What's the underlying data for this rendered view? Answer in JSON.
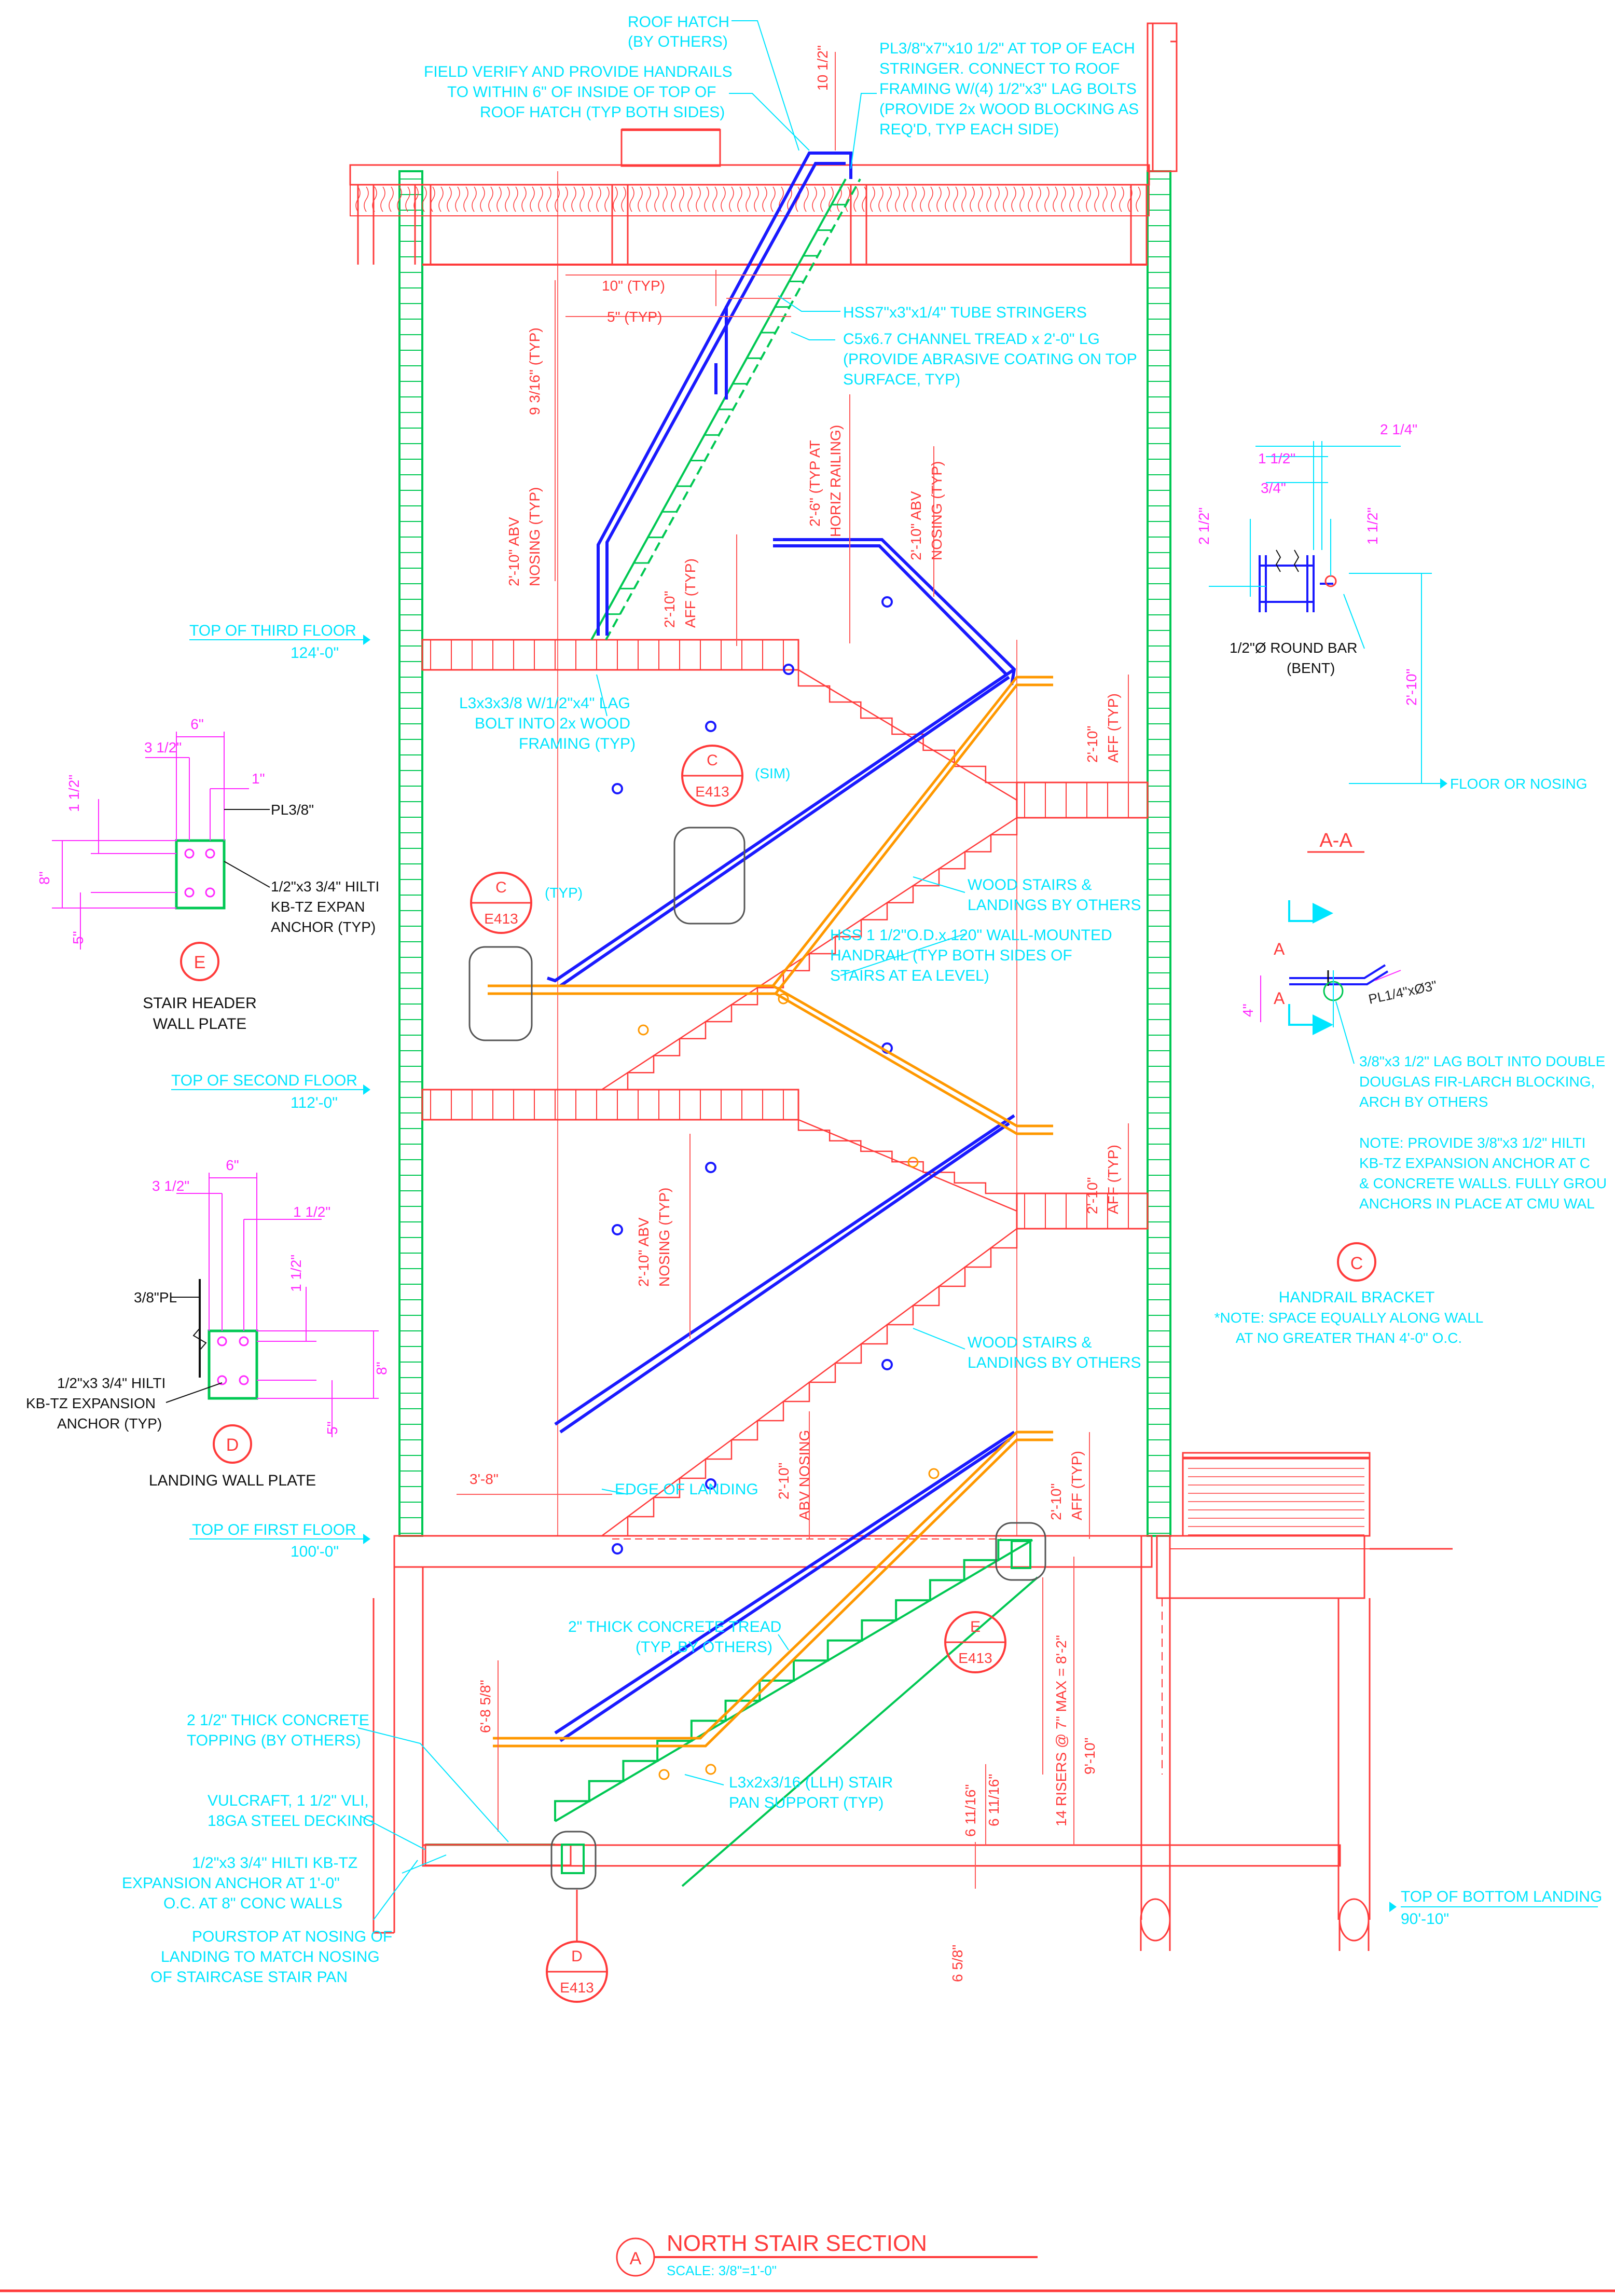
{
  "title": {
    "bubble": "A",
    "name": "NORTH STAIR SECTION",
    "scale": "SCALE: 3/8\"=1'-0\""
  },
  "levels": [
    {
      "name": "TOP OF THIRD FLOOR",
      "elev": "124'-0\""
    },
    {
      "name": "TOP OF SECOND FLOOR",
      "elev": "112'-0\""
    },
    {
      "name": "TOP OF FIRST FLOOR",
      "elev": "100'-0\""
    },
    {
      "name": "TOP OF BOTTOM LANDING",
      "elev": "90'-10\""
    }
  ],
  "notes": {
    "roof_hatch": [
      "ROOF HATCH",
      "(BY OTHERS)"
    ],
    "field_verify": [
      "FIELD VERIFY AND PROVIDE HANDRAILS",
      "TO WITHIN 6\" OF INSIDE OF TOP OF",
      "ROOF HATCH (TYP BOTH SIDES)"
    ],
    "top_plate": [
      "PL3/8\"x7\"x10 1/2\" AT TOP OF EACH",
      "STRINGER. CONNECT TO ROOF",
      "FRAMING W/(4) 1/2\"x3\" LAG BOLTS",
      "(PROVIDE 2x WOOD BLOCKING AS",
      "REQ'D, TYP EACH SIDE)"
    ],
    "stringers": "HSS7\"x3\"x1/4\" TUBE STRINGERS",
    "channel_tread": [
      "C5x6.7 CHANNEL TREAD x 2'-0\" LG",
      "(PROVIDE ABRASIVE COATING ON TOP",
      "SURFACE, TYP)"
    ],
    "angle_lag": [
      "L3x3x3/8 W/1/2\"x4\" LAG",
      "BOLT INTO 2x WOOD",
      "FRAMING (TYP)"
    ],
    "wood_stairs_1": [
      "WOOD STAIRS &",
      "LANDINGS BY OTHERS"
    ],
    "handrail_hss": [
      "HSS 1 1/2\"O.D.x.120\" WALL-MOUNTED",
      "HANDRAIL (TYP BOTH SIDES OF",
      "STAIRS AT EA LEVEL)"
    ],
    "wood_stairs_2": [
      "WOOD STAIRS &",
      "LANDINGS BY OTHERS"
    ],
    "edge_of_landing": "EDGE OF LANDING",
    "concrete_tread": [
      "2\" THICK CONCRETE TREAD",
      "(TYP, BY OTHERS)"
    ],
    "topping": [
      "2 1/2\" THICK CONCRETE",
      "TOPPING (BY OTHERS)"
    ],
    "decking": [
      "VULCRAFT, 1 1/2\" VLI,",
      "18GA STEEL DECKING"
    ],
    "anchor_1ft": [
      "1/2\"x3 3/4\" HILTI KB-TZ",
      "EXPANSION ANCHOR AT 1'-0\"",
      "O.C. AT 8\" CONC WALLS"
    ],
    "pourstop": [
      "POURSTOP AT NOSING OF",
      "LANDING TO MATCH NOSING",
      "OF STAIRCASE STAIR PAN"
    ],
    "pan_support": [
      "L3x2x3/16 (LLH) STAIR",
      "PAN SUPPORT (TYP)"
    ]
  },
  "dims": {
    "d10_5": "10 1/2\"",
    "d10typ": "10\" (TYP)",
    "d5typ": "5\" (TYP)",
    "d9_3_16": "9 3/16\" (TYP)",
    "d210abv_a": [
      "2'-10\" ABV",
      "NOSING (TYP)"
    ],
    "d210aff_a": [
      "2'-10\"",
      "AFF (TYP)"
    ],
    "d26": [
      "2'-6\" (TYP AT",
      "HORIZ RAILING)"
    ],
    "d210abv_b": [
      "2'-10\" ABV",
      "NOSING (TYP)"
    ],
    "d210aff_b": [
      "2'-10\"",
      "AFF (TYP)"
    ],
    "d210aff_c": [
      "2'-10\"",
      "AFF (TYP)"
    ],
    "d210abv_c": [
      "2'-10\" ABV",
      "NOSING (TYP)"
    ],
    "d38": "3'-8\"",
    "d210abv_d": [
      "2'-10\"",
      "ABV NOSING"
    ],
    "d210aff_d": [
      "2'-10\"",
      "AFF (TYP)"
    ],
    "d6858": "6'-8 5/8\"",
    "risers": "14 RISERS @ 7\" MAX = 8'-2\"",
    "d910": "9'-10\"",
    "d6_11_16a": "6 11/16\"",
    "d6_11_16b": "6 11/16\"",
    "d6_5_8": "6 5/8\""
  },
  "callouts": [
    {
      "id": "C",
      "sheet": "E413",
      "tag": "(SIM)"
    },
    {
      "id": "C",
      "sheet": "E413",
      "tag": "(TYP)"
    },
    {
      "id": "E",
      "sheet": "E413",
      "tag": ""
    },
    {
      "id": "D",
      "sheet": "E413",
      "tag": ""
    }
  ],
  "detail_e": {
    "letter": "E",
    "title": [
      "STAIR HEADER",
      "WALL PLATE"
    ],
    "dims": {
      "w6": "6\"",
      "w3_5": "3 1/2\"",
      "w1": "1\"",
      "h1_5": "1 1/2\"",
      "h8": "8\"",
      "h5": "5\""
    },
    "plate": "PL3/8\"",
    "anchor": [
      "1/2\"x3 3/4\" HILTI",
      "KB-TZ EXPAN",
      "ANCHOR (TYP)"
    ]
  },
  "detail_d": {
    "letter": "D",
    "title": "LANDING WALL PLATE",
    "dims": {
      "w6": "6\"",
      "w3_5": "3 1/2\"",
      "w1_5": "1 1/2\"",
      "h1_5": "1 1/2\"",
      "h8": "8\"",
      "h5": "5\""
    },
    "plate": "3/8\"PL",
    "anchor": [
      "1/2\"x3 3/4\" HILTI",
      "KB-TZ EXPANSION",
      "ANCHOR (TYP)"
    ]
  },
  "detail_aa": {
    "title": "A-A",
    "dims": {
      "d2_25": "2 1/4\"",
      "d1_5a": "1 1/2\"",
      "d_75": "3/4\"",
      "d2_5": "2 1/2\"",
      "d1_5b": "1 1/2\"",
      "d210": "2'-10\""
    },
    "bar": [
      "1/2\"Ø ROUND BAR",
      "(BENT)"
    ],
    "floor": "FLOOR OR NOSING"
  },
  "detail_c": {
    "letter": "C",
    "section_mark": "A",
    "dim4": "4\"",
    "plate": "PL1/4\"xØ3\"",
    "lag": [
      "3/8\"x3 1/2\" LAG BOLT INTO DOUBLE",
      "DOUGLAS FIR-LARCH BLOCKING,",
      "ARCH BY OTHERS"
    ],
    "note": [
      "NOTE: PROVIDE 3/8\"x3 1/2\" HILTI",
      "KB-TZ EXPANSION ANCHOR AT C",
      "& CONCRETE WALLS. FULLY GROU",
      "ANCHORS IN PLACE AT CMU WAL"
    ],
    "title": "HANDRAIL BRACKET",
    "subnote": [
      "*NOTE: SPACE EQUALLY ALONG WALL",
      "AT NO GREATER THAN 4'-0\" O.C."
    ]
  },
  "colors": {
    "wall": "#00c853",
    "rail": "#1a1aff",
    "stair": "#ff3b3b",
    "note": "#00e5ff",
    "dim": "#ff2bff",
    "handrail_wall": "#ff9800"
  }
}
